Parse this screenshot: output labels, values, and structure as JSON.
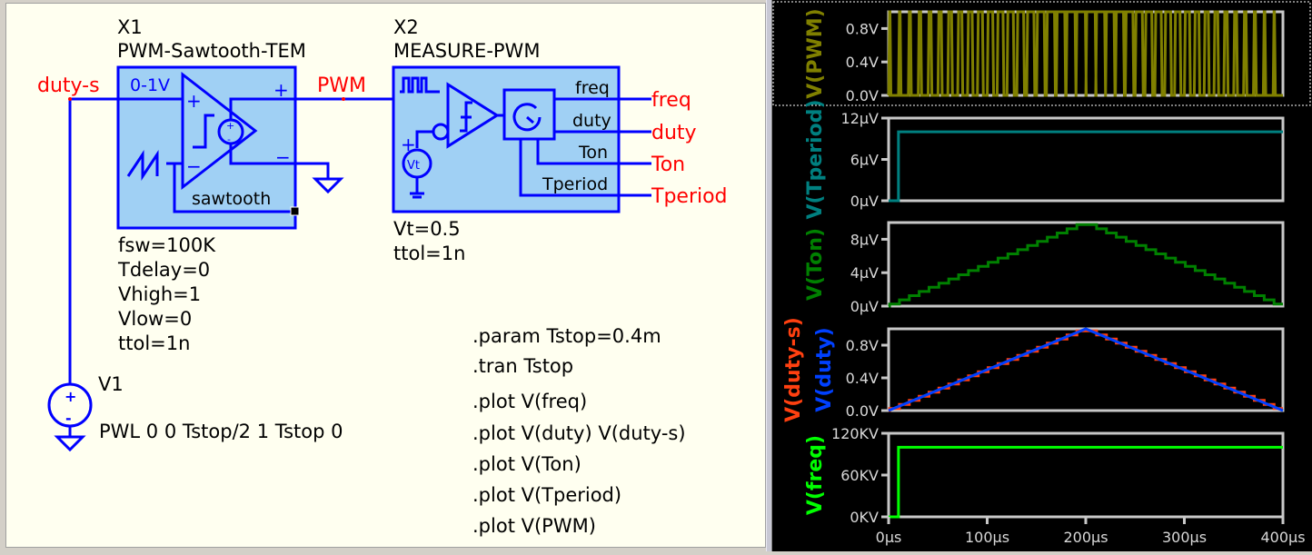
{
  "schematic": {
    "x1": {
      "ref": "X1",
      "model": "PWM-Sawtooth-TEM",
      "input_label": "0-1V",
      "out_plus": "+",
      "out_minus": "−",
      "in_plus": "+",
      "in_minus": "−",
      "saw_pin": "sawtooth",
      "params": [
        "fsw=100K",
        "Tdelay=0",
        "Vhigh=1",
        "Vlow=0",
        "ttol=1n"
      ]
    },
    "x2": {
      "ref": "X2",
      "model": "MEASURE-PWM",
      "pins": [
        "freq",
        "duty",
        "Ton",
        "Tperiod"
      ],
      "vt_label": "Vt",
      "params": [
        "Vt=0.5",
        "ttol=1n"
      ]
    },
    "v1": {
      "ref": "V1",
      "value": "PWL 0 0 Tstop/2 1 Tstop 0"
    },
    "nets": {
      "duty_s": "duty-s",
      "pwm": "PWM",
      "freq": "freq",
      "duty": "duty",
      "ton": "Ton",
      "tperiod": "Tperiod"
    },
    "directives": [
      ".param Tstop=0.4m",
      ".tran Tstop",
      ".plot V(freq)",
      ".plot V(duty) V(duty-s)",
      ".plot V(Ton)",
      ".plot V(Tperiod)",
      ".plot V(PWM)"
    ]
  },
  "chart_data": [
    {
      "type": "line",
      "title": "",
      "ylabel": "V(PWM)",
      "color": "#808000",
      "yticks": [
        "0.0V",
        "0.4V",
        "0.8V"
      ],
      "ytick_values": [
        0,
        0.4,
        0.8
      ],
      "ylim": [
        0,
        1.0
      ],
      "xlim": [
        0,
        400
      ],
      "series": [
        {
          "name": "V(PWM)",
          "kind": "pwm",
          "period_us": 10,
          "high": 1,
          "low": 0,
          "duty_profile": "triangle 0→1→0"
        }
      ]
    },
    {
      "type": "line",
      "ylabel": "V(Tperiod)",
      "color": "#008080",
      "yticks": [
        "0µV",
        "6µV",
        "12µV"
      ],
      "ytick_values": [
        0,
        6,
        12
      ],
      "ylim": [
        0,
        12
      ],
      "xlim": [
        0,
        400
      ],
      "series": [
        {
          "name": "V(Tperiod)",
          "x": [
            0,
            10,
            10,
            400
          ],
          "y": [
            0,
            0,
            10,
            10
          ]
        }
      ]
    },
    {
      "type": "line",
      "ylabel": "V(Ton)",
      "color": "#008000",
      "yticks": [
        "0µV",
        "4µV",
        "8µV"
      ],
      "ytick_values": [
        0,
        4,
        8
      ],
      "ylim": [
        0,
        10
      ],
      "xlim": [
        0,
        400
      ],
      "series": [
        {
          "name": "V(Ton)",
          "kind": "staircase",
          "step_us": 10,
          "peak": 10,
          "peak_at": 200
        }
      ]
    },
    {
      "type": "line",
      "ylabel": [
        "V(duty-s)",
        "V(duty)"
      ],
      "colors": [
        "#ff4010",
        "#0040ff"
      ],
      "yticks": [
        "0.0V",
        "0.4V",
        "0.8V"
      ],
      "ytick_values": [
        0,
        0.4,
        0.8
      ],
      "ylim": [
        0,
        1.0
      ],
      "xlim": [
        0,
        400
      ],
      "series": [
        {
          "name": "V(duty)",
          "kind": "staircase",
          "step_us": 10,
          "peak": 1.0,
          "peak_at": 200
        },
        {
          "name": "V(duty-s)",
          "x": [
            0,
            200,
            400
          ],
          "y": [
            0,
            1,
            0
          ]
        }
      ]
    },
    {
      "type": "line",
      "ylabel": "V(freq)",
      "color": "#00ff00",
      "yticks": [
        "0KV",
        "60KV",
        "120KV"
      ],
      "ytick_values": [
        0,
        60,
        120
      ],
      "ylim": [
        0,
        120
      ],
      "xlim": [
        0,
        400
      ],
      "xticks": [
        "0µs",
        "100µs",
        "200µs",
        "300µs",
        "400µs"
      ],
      "xtick_values": [
        0,
        100,
        200,
        300,
        400
      ],
      "series": [
        {
          "name": "V(freq)",
          "x": [
            0,
            10,
            10,
            400
          ],
          "y": [
            0,
            0,
            100,
            100
          ]
        }
      ]
    }
  ]
}
